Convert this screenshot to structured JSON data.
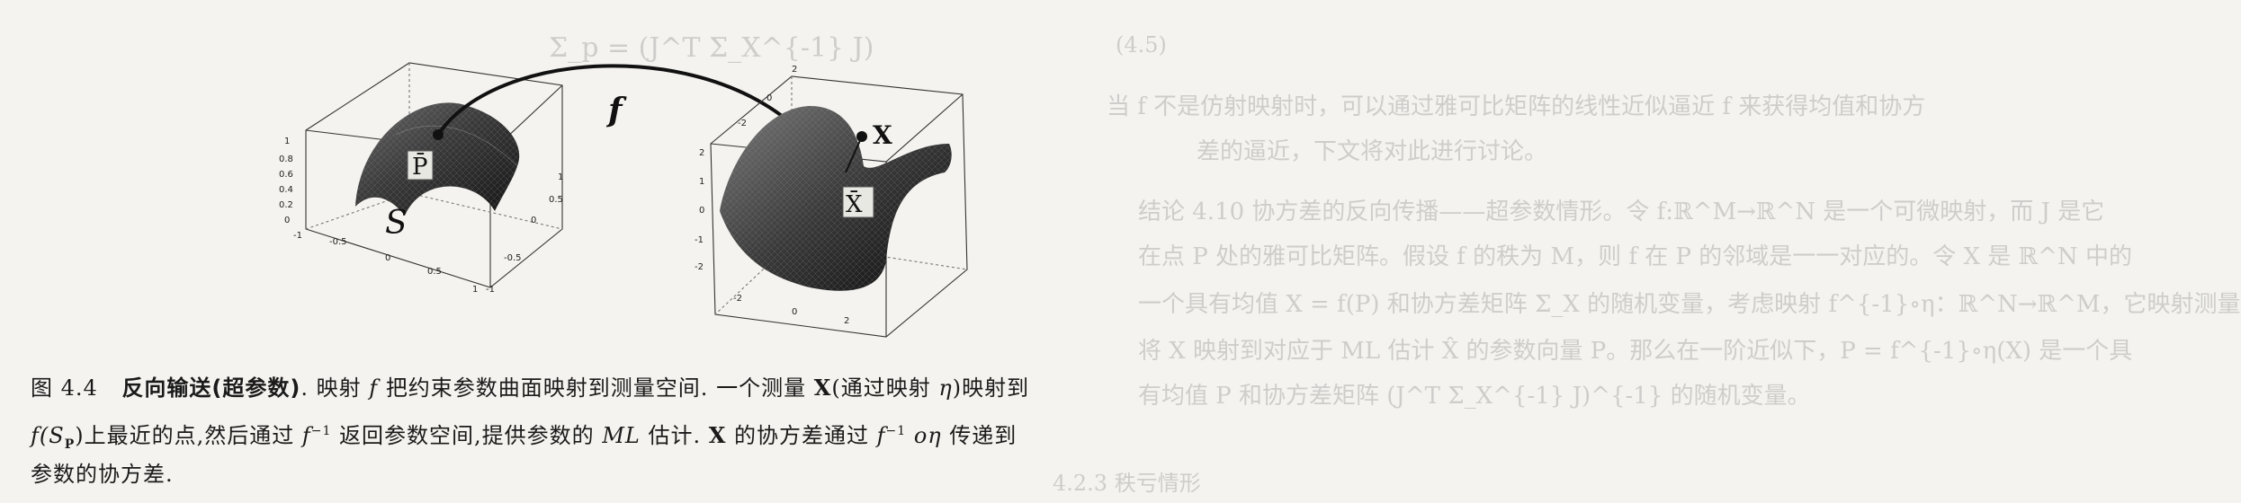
{
  "background_text": {
    "line1": "Σ_p = (J^T Σ_X^{-1} J)",
    "eq_num": "(4.5)",
    "line2": "当 f 不是仿射映射时，可以通过雅可比矩阵的线性近似逼近 f 来获得均值和协方",
    "line3": "差的逼近，下文将对此进行讨论。",
    "line4": "结论 4.10 协方差的反向传播——超参数情形。令 f:ℝ^M→ℝ^N 是一个可微映射，而 J 是它",
    "line5": "在点 P 处的雅可比矩阵。假设 f 的秩为 M，则 f 在 P 的邻域是一一对应的。令 X 是 ℝ^N 中的",
    "line6": "一个具有均值 X = f(P) 和协方差矩阵 Σ_X 的随机变量，考虑映射 f^{-1}∘η：ℝ^N→ℝ^M，它映射测量",
    "line7": "将 X 映射到对应于 ML 估计 X̂ 的参数向量 P。那么在一阶近似下，P = f^{-1}∘η(X) 是一个具",
    "line8": "有均值 P 和协方差矩阵 (J^T Σ_X^{-1} J)^{-1} 的随机变量。",
    "section": "4.2.3 秩亏情形"
  },
  "figure": {
    "left_surface_label": "S",
    "left_point_label": "P̄",
    "map_label": "f",
    "measurement_label": "X",
    "right_point_label": "X̄",
    "left_ticks_z": [
      "1",
      "0.8",
      "0.6",
      "0.4",
      "0.2",
      "0",
      "-1"
    ],
    "left_ticks_x": [
      "-0.5",
      "0",
      "0.5",
      "1"
    ],
    "left_ticks_y": [
      "1",
      "0.5",
      "0",
      "-0.5",
      "-1"
    ],
    "right_ticks_z": [
      "2",
      "1",
      "0",
      "-1",
      "-2"
    ],
    "right_ticks_top": [
      "2",
      "0",
      "-2"
    ],
    "right_ticks_x": [
      "-2",
      "0",
      "2"
    ]
  },
  "caption": {
    "fig_label": "图 4.4",
    "title": "反向输送(超参数)",
    "line1_a": ". 映射",
    "f1": "f",
    "line1_b": "把约束参数曲面映射到测量空间. 一个测量",
    "X1": "X",
    "line1_c": "(通过映射",
    "eta1": "η",
    "line1_d": ")映射到",
    "line2_fS": "f(S",
    "line2_sub": "P",
    "line2_a": ")上最近的点,然后通过",
    "finv1": "f",
    "finv1_sup": "−1",
    "line2_b": "返回参数空间,提供参数的",
    "ML": "ML",
    "line2_c": "估计.",
    "X2": "X",
    "line2_d": "的协方差通过",
    "finv2": "f",
    "finv2_sup": "−1",
    "o_eta": "oη",
    "line2_e": "传递到",
    "line3": "参数的协方差."
  }
}
